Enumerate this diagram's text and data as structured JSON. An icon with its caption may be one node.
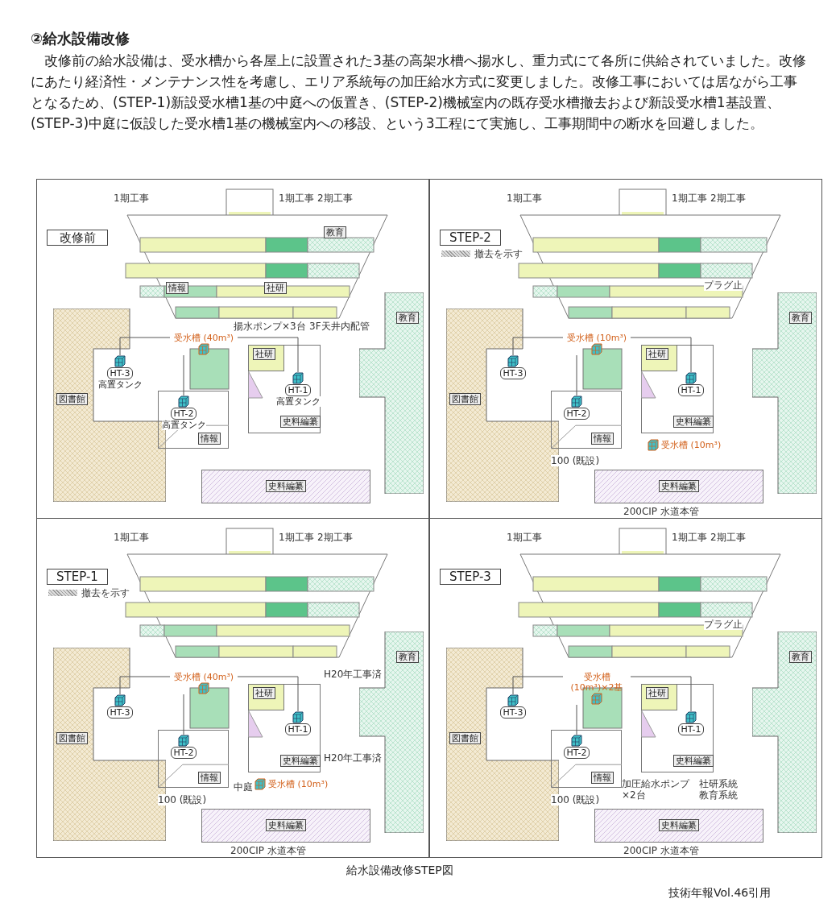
{
  "diagram": {
    "title": "②給水設備改修",
    "caption": "給水設備改修STEP図",
    "nodes": [
      {
        "text": [
          "改修前"
        ]
      },
      {
        "text": [
          "図書館"
        ],
        "in": 0
      },
      {
        "text": [
          "HT-3",
          "高置タンク"
        ],
        "in": 1
      },
      {
        "text": [
          "受水槽 (40m³)"
        ],
        "in": 0
      },
      {
        "text": [
          "情報"
        ],
        "in": 0
      },
      {
        "text": [
          "HT-2",
          "高置タンク"
        ],
        "in": 4
      },
      {
        "text": [
          "社研",
          "史料編纂"
        ],
        "in": 0
      },
      {
        "text": [
          "HT-1",
          "高置タンク"
        ],
        "in": 6
      },
      {
        "text": [
          "史料編纂"
        ],
        "in": 0
      },
      {
        "text": [
          "教育"
        ],
        "in": 0
      },
      {
        "text": [
          "STEP-2"
        ]
      },
      {
        "text": [
          "図書館"
        ],
        "in": 10
      },
      {
        "text": [
          "HT-3"
        ],
        "in": 11
      },
      {
        "text": [
          "受水槽 (10m³)"
        ],
        "in": 10
      },
      {
        "text": [
          "受水槽 (10m³)"
        ],
        "in": 10
      },
      {
        "text": [
          "情報"
        ],
        "in": 10
      },
      {
        "text": [
          "HT-2"
        ],
        "in": 15
      },
      {
        "text": [
          "社研",
          "史料編纂"
        ],
        "in": 10
      },
      {
        "text": [
          "HT-1"
        ],
        "in": 17
      },
      {
        "text": [
          "史料編纂"
        ],
        "in": 10
      },
      {
        "text": [
          "教育"
        ],
        "in": 10
      },
      {
        "text": [
          "STEP-1"
        ]
      },
      {
        "text": [
          "図書館"
        ],
        "in": 21
      },
      {
        "text": [
          "HT-3"
        ],
        "in": 22
      },
      {
        "text": [
          "受水槽 (40m³)"
        ],
        "in": 21
      },
      {
        "text": [
          "受水槽 (10m³)"
        ],
        "in": 21,
        "beside": [
          "中庭"
        ]
      },
      {
        "text": [
          "情報"
        ],
        "in": 21
      },
      {
        "text": [
          "HT-2"
        ],
        "in": 26
      },
      {
        "text": [
          "社研",
          "史料編纂"
        ],
        "in": 21
      },
      {
        "text": [
          "HT-1"
        ],
        "in": 28
      },
      {
        "text": [
          "史料編纂"
        ],
        "in": 21
      },
      {
        "text": [
          "教育"
        ],
        "in": 21
      },
      {
        "text": [
          "STEP-3"
        ]
      },
      {
        "text": [
          "図書館"
        ],
        "in": 32
      },
      {
        "text": [
          "HT-3"
        ],
        "in": 33
      },
      {
        "text": [
          "受水槽 (10m³)×2基"
        ],
        "in": 32
      },
      {
        "text": [
          "情報"
        ],
        "in": 32
      },
      {
        "text": [
          "HT-2"
        ],
        "in": 36
      },
      {
        "text": [
          "社研",
          "史料編纂"
        ],
        "in": 32
      },
      {
        "text": [
          "HT-1"
        ],
        "in": 38
      },
      {
        "text": [
          "史料編纂"
        ],
        "in": 32
      },
      {
        "text": [
          "教育"
        ],
        "in": 32
      }
    ],
    "edges": [
      {
        "from": 3,
        "to": 2,
        "arrow": "none"
      },
      {
        "from": 3,
        "to": 5,
        "arrow": "none"
      },
      {
        "from": 3,
        "to": 7,
        "arrow": "none"
      },
      {
        "from": 13,
        "to": 12,
        "arrow": "none"
      },
      {
        "from": 13,
        "to": 16,
        "arrow": "none"
      },
      {
        "from": 13,
        "to": 18,
        "arrow": "none"
      },
      {
        "from": 24,
        "to": 23,
        "arrow": "none"
      },
      {
        "from": 24,
        "to": 27,
        "arrow": "none"
      },
      {
        "from": 24,
        "to": 29,
        "arrow": "none"
      },
      {
        "from": 35,
        "to": 34,
        "arrow": "none"
      },
      {
        "from": 35,
        "to": 37,
        "arrow": "none"
      },
      {
        "from": 35,
        "to": 39,
        "arrow": "none"
      }
    ],
    "labels": [
      "改修前の給水設備は、受水槽から各屋上に設置された3基の高架水槽へ揚水し、重力式にて各所に供給されていました。改修にあたり経済性・メンテナンス性を考慮し、エリア系統毎の加圧給水方式に変更しました。改修工事においては居ながら工事となるため、(STEP-1)新設受水槽1基の中庭への仮置き、(STEP-2)機械室内の既存受水槽撤去および新設受水槽1基設置、(STEP-3)中庭に仮設した受水槽1基の機械室内への移設、という3工程にて実施し、工事期間中の断水を回避しました。",
      "1期工事",
      "1期工事",
      "2期工事",
      "教育",
      "情報",
      "社研",
      "揚水ポンプ×3台",
      "3F天井内配管",
      "1期工事",
      "1期工事",
      "2期工事",
      "プラグ止",
      "100 (既設)",
      "200CIP 水道本管",
      "1期工事",
      "1期工事",
      "2期工事",
      "H20年工事済",
      "H20年工事済",
      "100 (既設)",
      "200CIP 水道本管",
      "1期工事",
      "1期工事",
      "2期工事",
      "プラグ止",
      "加圧給水ポンプ ×2台",
      "社研系統教育系統",
      "100 (既設)",
      "200CIP 水道本管",
      "技術年報Vol.46引用"
    ],
    "legend": [
      {
        "text": "撤去を示す"
      },
      {
        "text": "撤去を示す"
      }
    ]
  }
}
